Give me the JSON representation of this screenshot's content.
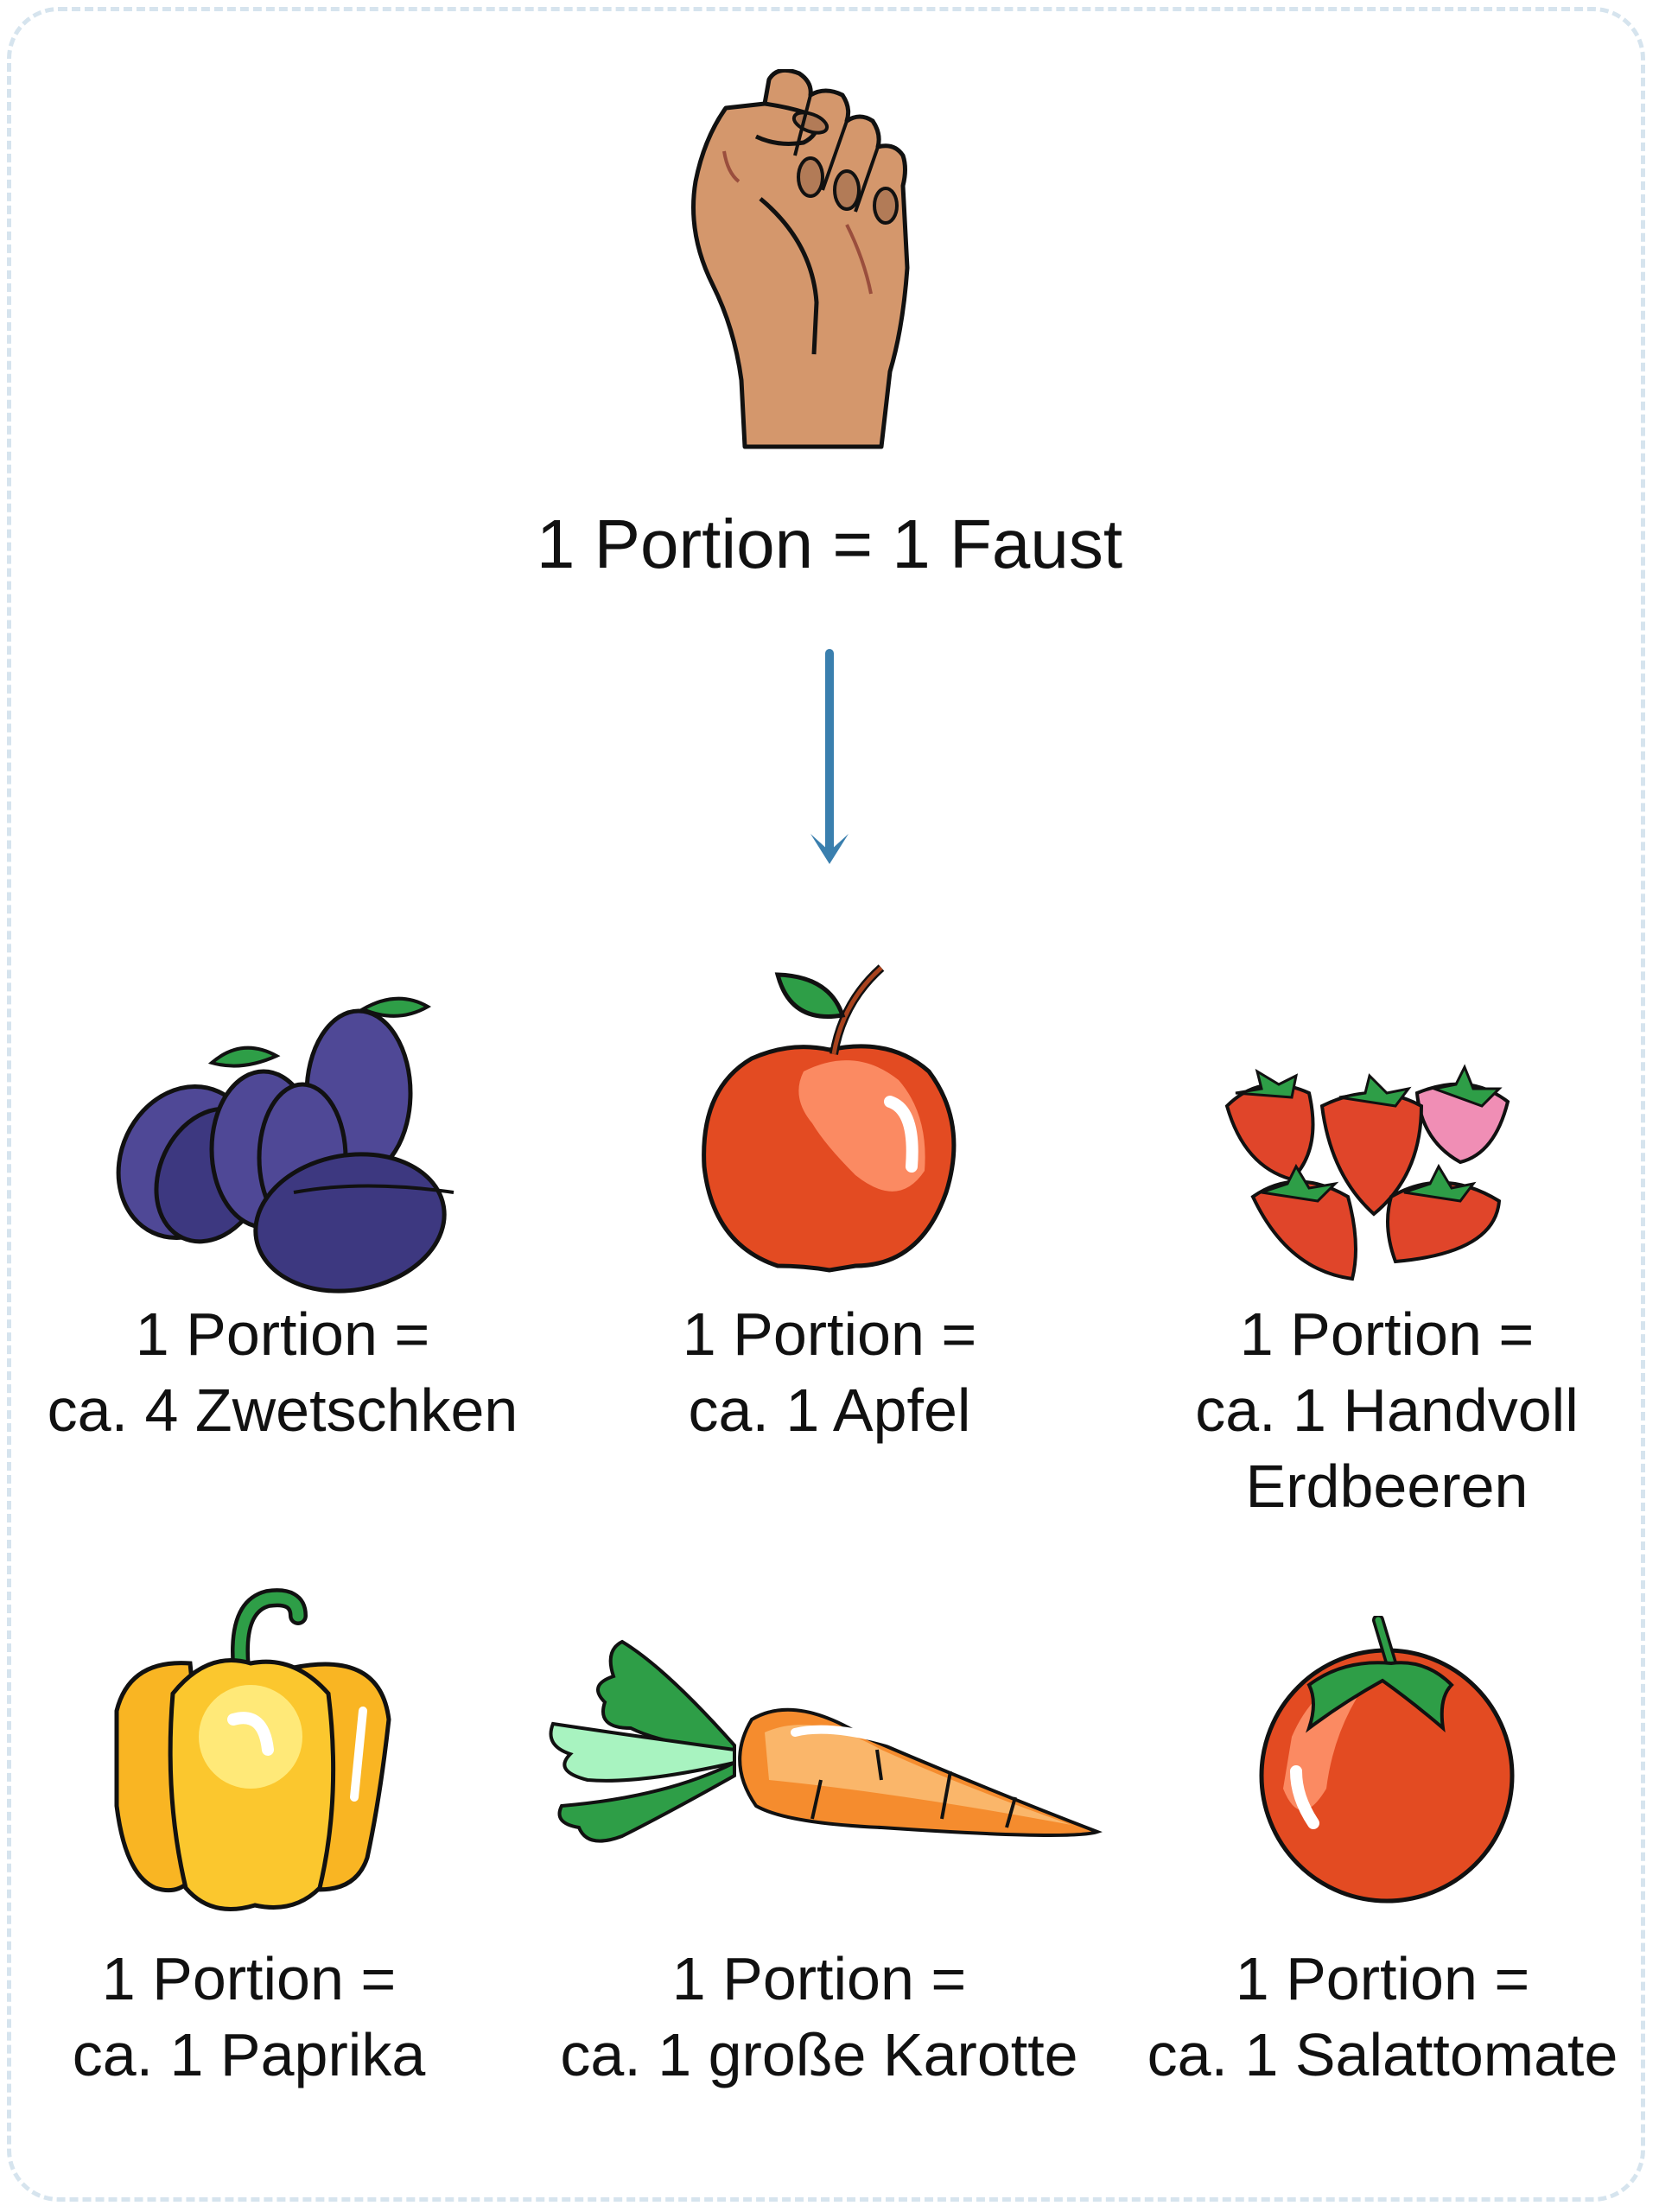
{
  "header": {
    "title": "1 Portion = 1 Faust",
    "icon": "fist-icon"
  },
  "arrow": {
    "icon": "arrow-down-icon",
    "color": "#3a7fae"
  },
  "items": [
    {
      "icon": "plums-icon",
      "line1": "1 Portion =",
      "line2": "ca. 4 Zwetschken"
    },
    {
      "icon": "apple-icon",
      "line1": "1 Portion =",
      "line2": "ca. 1 Apfel"
    },
    {
      "icon": "strawberries-icon",
      "line1": "1 Portion =",
      "line2": "ca. 1 Handvoll",
      "line3": "Erdbeeren"
    },
    {
      "icon": "bell-pepper-icon",
      "line1": "1 Portion =",
      "line2": "ca. 1 Paprika"
    },
    {
      "icon": "carrot-icon",
      "line1": "1 Portion =",
      "line2": "ca. 1 große Karotte"
    },
    {
      "icon": "tomato-icon",
      "line1": "1 Portion =",
      "line2": "ca. 1 Salattomate"
    }
  ],
  "colors": {
    "border": "#d6e4ee",
    "skin": "#d4976c",
    "plum": "#4f4896",
    "apple": "#e34b22",
    "strawberry": "#e0452a",
    "pepper": "#f9b523",
    "carrot": "#f58c2e",
    "tomato": "#e34b22",
    "leaf": "#2e9e47"
  }
}
